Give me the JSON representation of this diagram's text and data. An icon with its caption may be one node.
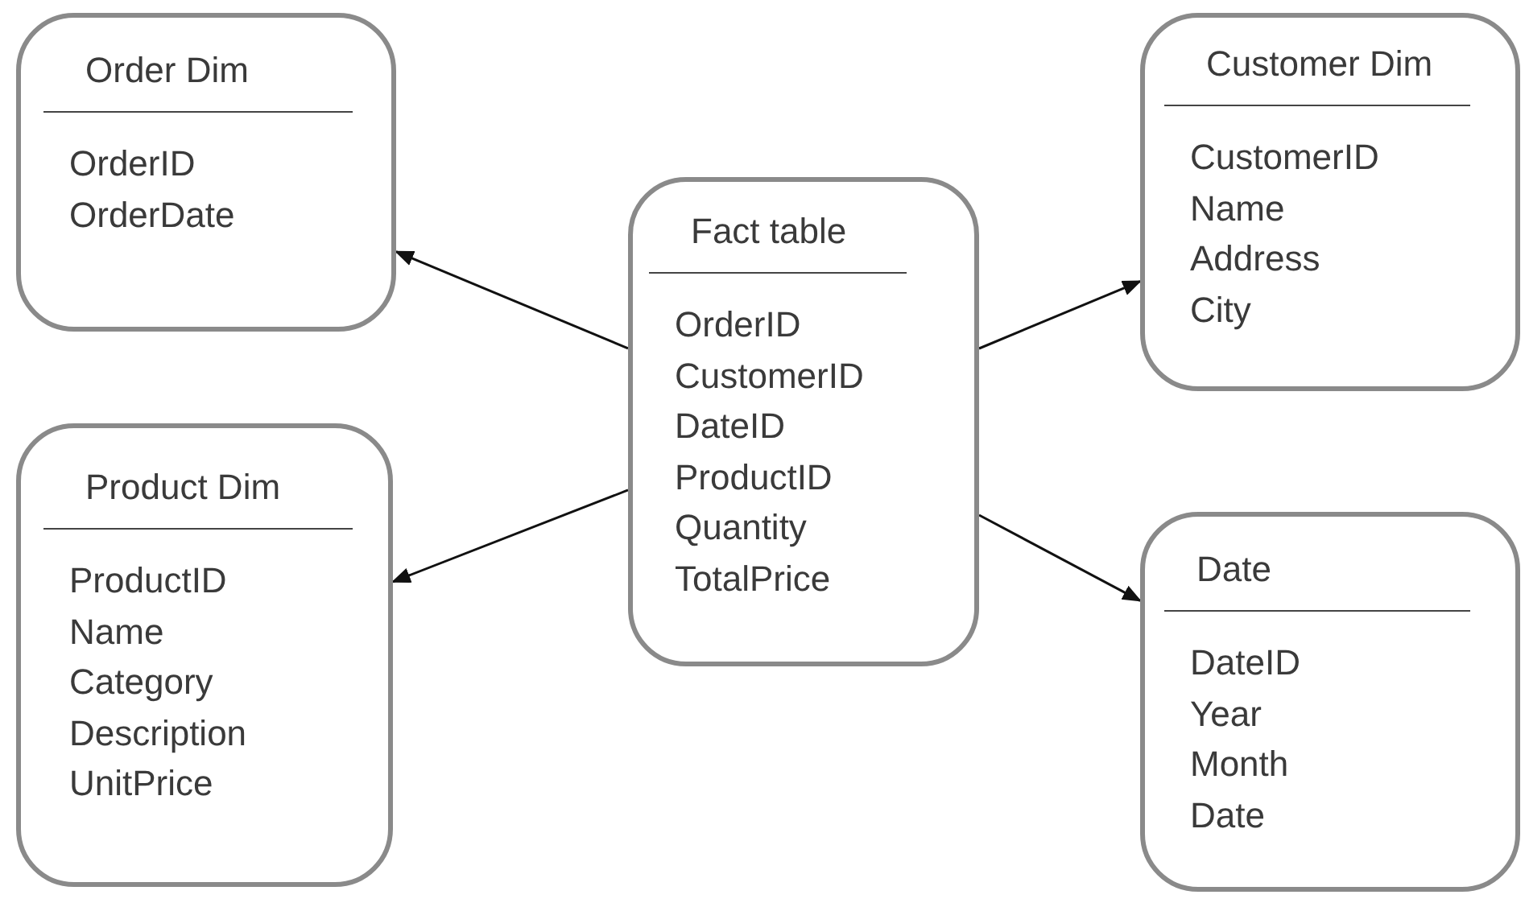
{
  "diagram": {
    "nodes": [
      {
        "text": [
          "Order Dim",
          "OrderID",
          "OrderDate"
        ]
      },
      {
        "text": [
          "Fact table",
          "OrderID",
          "CustomerID",
          "DateID",
          "ProductID",
          "Quantity",
          "TotalPrice"
        ]
      },
      {
        "text": [
          "Customer Dim",
          "CustomerID",
          "Name",
          "Address",
          "City"
        ]
      },
      {
        "text": [
          "Product Dim",
          "ProductID",
          "Name",
          "Category",
          "Description",
          "UnitPrice"
        ]
      },
      {
        "text": [
          "Date",
          "DateID",
          "Year",
          "Month",
          "Date"
        ]
      }
    ],
    "edges": [
      {
        "from": 1,
        "to": 0,
        "arrow": "to"
      },
      {
        "from": 1,
        "to": 2,
        "arrow": "to"
      },
      {
        "from": 1,
        "to": 3,
        "arrow": "to"
      },
      {
        "from": 1,
        "to": 4,
        "arrow": "to"
      }
    ]
  }
}
